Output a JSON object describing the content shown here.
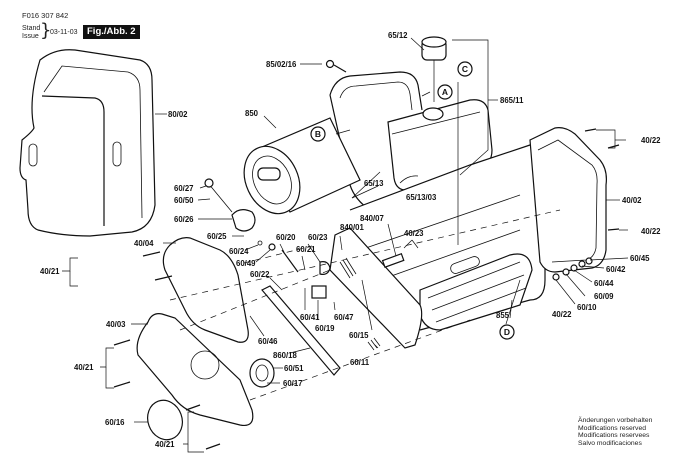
{
  "header": {
    "doc_number": "F016 307 842",
    "stand_label": "Stand",
    "issue_label": "Issue",
    "issue_date": "03-11-03",
    "figure_label": "Fig./Abb. 2"
  },
  "notice": [
    "Änderungen vorbehalten",
    "Modifications reserved",
    "Modifications reservees",
    "Salvo modificaciones"
  ],
  "callouts": {
    "A": "A",
    "B": "B",
    "C": "C",
    "D": "D"
  },
  "labels": {
    "p80_02": "80/02",
    "p85_02_16": "85/02/16",
    "p65_12": "65/12",
    "p865_11": "865/11",
    "p850": "850",
    "p40_22_a": "40/22",
    "p40_02": "40/02",
    "p40_22_b": "40/22",
    "p60_45": "60/45",
    "p60_42": "60/42",
    "p60_44": "60/44",
    "p60_09": "60/09",
    "p60_10": "60/10",
    "p40_22_c": "40/22",
    "p60_27": "60/27",
    "p60_50": "60/50",
    "p60_26": "60/26",
    "p60_25": "60/25",
    "p60_24": "60/24",
    "p60_49": "60/49",
    "p60_20": "60/20",
    "p60_23": "60/23",
    "p60_21": "60/21",
    "p60_22": "60/22",
    "p65_13": "65/13",
    "p65_13_03": "65/13/03",
    "p840_01": "840/01",
    "p840_07": "840/07",
    "p40_23": "40/23",
    "p40_04": "40/04",
    "p40_21_a": "40/21",
    "p40_03": "40/03",
    "p40_21_b": "40/21",
    "p60_16": "60/16",
    "p40_21_c": "40/21",
    "p60_46": "60/46",
    "p860_18": "860/18",
    "p60_51": "60/51",
    "p60_17": "60/17",
    "p60_41": "60/41",
    "p60_19": "60/19",
    "p60_47": "60/47",
    "p60_15": "60/15",
    "p60_11": "60/11",
    "p855": "855"
  }
}
